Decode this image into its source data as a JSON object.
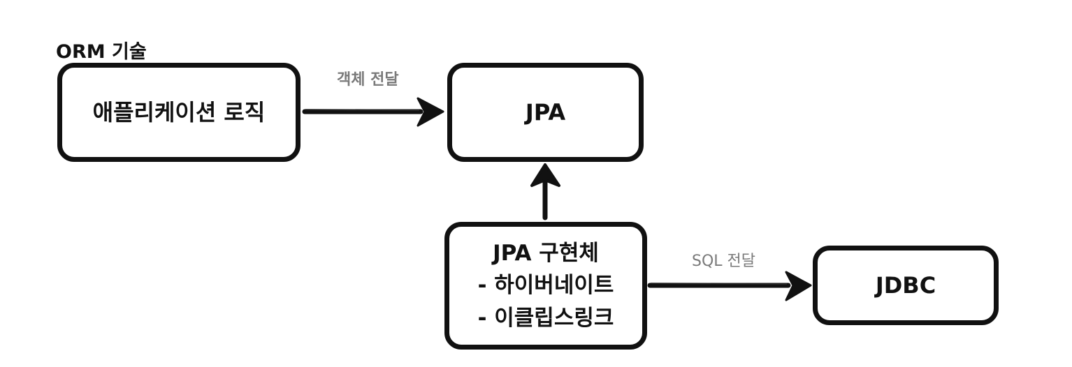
{
  "diagram": {
    "title": "ORM 기술",
    "nodes": {
      "app": {
        "label": "애플리케이션 로직"
      },
      "jpa": {
        "label": "JPA"
      },
      "impl": {
        "lines": [
          "JPA 구현체",
          "- 하이버네이트",
          "- 이클립스링크"
        ]
      },
      "jdbc": {
        "label": "JDBC"
      }
    },
    "edges": {
      "app_to_jpa": {
        "label": "객체 전달"
      },
      "impl_to_jpa": {
        "label": ""
      },
      "impl_to_jdbc": {
        "label": "SQL 전달"
      }
    },
    "colors": {
      "stroke": "#111111",
      "edge_label": "#7a7a7a",
      "background": "#ffffff"
    }
  }
}
